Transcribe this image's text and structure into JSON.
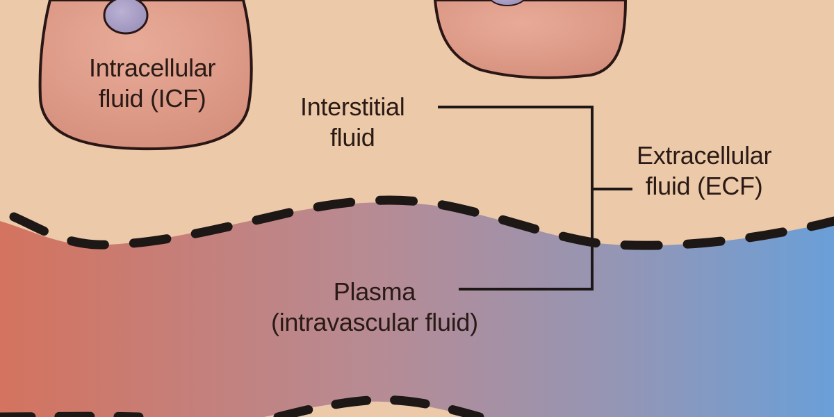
{
  "diagram": {
    "title": "Body fluid compartments",
    "colors": {
      "background": "#ecc9a8",
      "cell_fill": "#d99a86",
      "nucleus_fill": "#a59ac0",
      "outline": "#2a1614",
      "plasma_left": "#d4735f",
      "plasma_mid": "#b58a93",
      "plasma_right": "#6b9fd6"
    },
    "labels": {
      "icf": {
        "line1": "Intracellular",
        "line2": "fluid (ICF)"
      },
      "interstitial": {
        "line1": "Interstitial",
        "line2": "fluid"
      },
      "ecf": {
        "line1": "Extracellular",
        "line2": "fluid (ECF)"
      },
      "plasma": {
        "line1": "Plasma",
        "line2": "(intravascular fluid)"
      }
    }
  }
}
